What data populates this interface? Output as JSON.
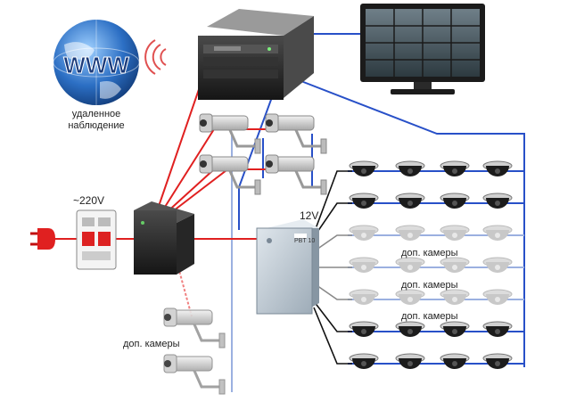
{
  "labels": {
    "remote_line1": "удаленное",
    "remote_line2": "наблюдение",
    "www": "WWW",
    "voltage_ac": "~220V",
    "voltage_dc": "12V",
    "psu_plate": "PBT 10",
    "extra_cams_1": "доп. камеры",
    "extra_cams_2": "доп. камеры",
    "extra_cams_3": "доп. камеры",
    "extra_cams_left": "доп. камеры"
  },
  "colors": {
    "power_line": "#e02020",
    "signal_line": "#2850c8",
    "psu_line": "#111111",
    "globe": "#2c6fc4",
    "device_dark": "#2a2a2a",
    "camera_body": "#d9d9d9",
    "psu_box": "#c9d3dc"
  },
  "icons": {
    "globe": "globe-icon",
    "wifi": "wifi-signal-icon",
    "server": "dvr-server-icon",
    "monitor": "monitor-icon",
    "plug": "power-plug-icon",
    "breaker": "circuit-breaker-icon",
    "ups": "ups-icon",
    "psu": "power-supply-box-icon",
    "bullet_camera": "bullet-camera-icon",
    "dome_camera": "dome-camera-icon"
  },
  "dome_rows": [
    {
      "row": 1,
      "state": "active"
    },
    {
      "row": 2,
      "state": "active"
    },
    {
      "row": 3,
      "state": "optional"
    },
    {
      "row": 4,
      "state": "optional"
    },
    {
      "row": 5,
      "state": "optional"
    },
    {
      "row": 6,
      "state": "active"
    },
    {
      "row": 7,
      "state": "active"
    }
  ]
}
